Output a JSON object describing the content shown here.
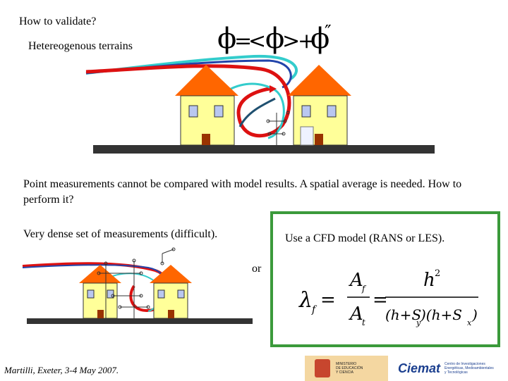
{
  "slide": {
    "question": "How to validate?",
    "subtitle": "Hetereogenous terrains",
    "point_text": "Point measurements cannot be compared with model results. A spatial average is needed. How to perform it?",
    "dense_text": "Very dense set of measurements (difficult).",
    "or_label": "or",
    "cfd_label": "Use a CFD model (RANS or LES).",
    "footer": "Martilli, Exeter, 3-4 May 2007."
  },
  "formulas": {
    "decomposition": {
      "phi": "ϕ",
      "eq": "=",
      "lt": "<",
      "gt": ">",
      "plus": "+",
      "prime": "″"
    },
    "lambda": {
      "lam": "λ",
      "lam_sub": "f",
      "eq": "=",
      "A": "A",
      "A_sub_f": "f",
      "A_sub_t": "t",
      "h": "h",
      "h_sup": "2",
      "den_left": "(h+S",
      "den_sub_y": "y",
      "den_mid": ")(h+S",
      "den_sub_x": "x",
      "den_right": ")"
    }
  },
  "logos": {
    "ministry_lines": [
      "MINISTERIO",
      "DE EDUCACIÓN",
      "Y CIENCIA"
    ],
    "ciemat_brand": "Ciemat",
    "ciemat_lines": [
      "Centro de Investigaciones",
      "Energéticas, Medioambientales",
      "y Tecnológicas"
    ]
  },
  "colors": {
    "roof": "#ff6600",
    "wall": "#ffff99",
    "window": "#b9c7f0",
    "door": "#993300",
    "ground": "#333333",
    "flow_red": "#dd1111",
    "flow_blue": "#2244aa",
    "flow_cyan": "#33cccc",
    "box_green": "#3b9a3b"
  }
}
